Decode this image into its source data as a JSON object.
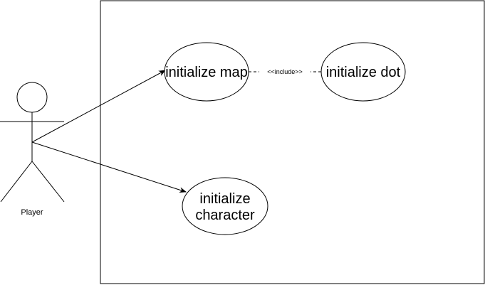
{
  "actor": {
    "label": "Player"
  },
  "use_cases": {
    "initialize_map": "initialize map",
    "initialize_dot": "initialize dot",
    "initialize_character_line1": "initialize",
    "initialize_character_line2": "character"
  },
  "relations": {
    "include_label": "<<include>>"
  },
  "colors": {
    "stroke": "#000000",
    "background": "#ffffff"
  }
}
